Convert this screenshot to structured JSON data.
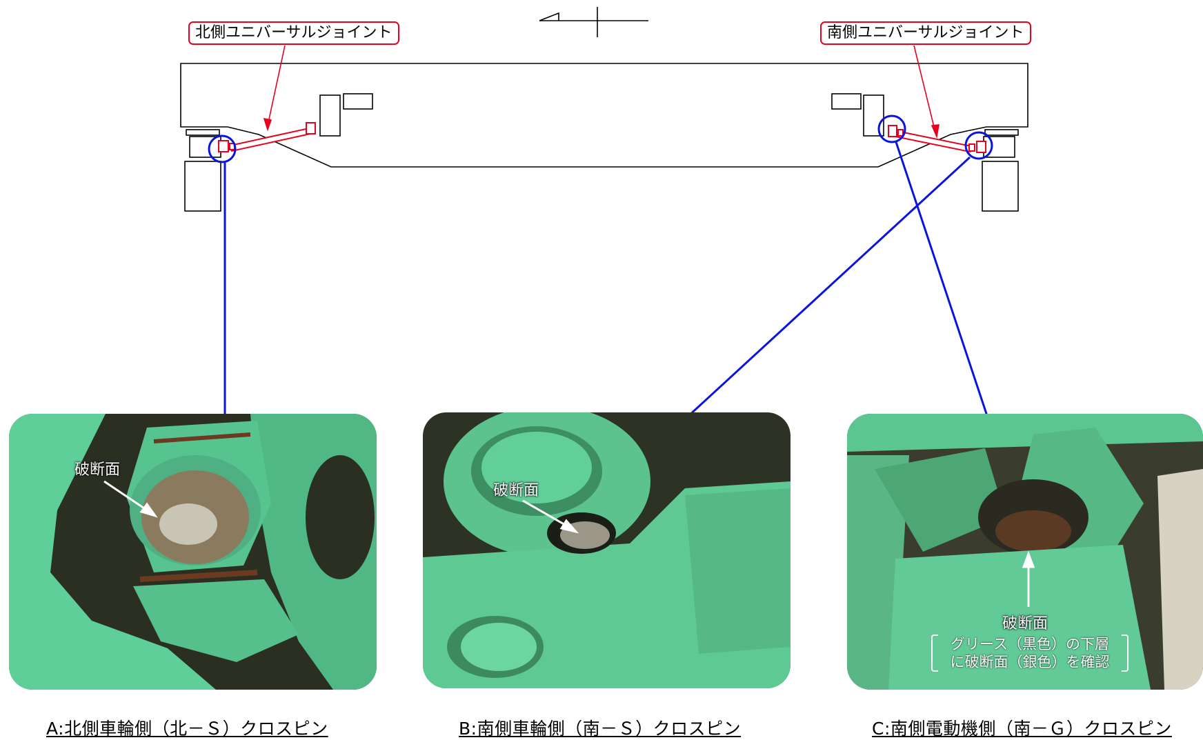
{
  "diagram": {
    "north_label": "北側ユニバーサルジョイント",
    "south_label": "南側ユニバーサルジョイント",
    "colors": {
      "frame": "#000000",
      "joint": "#e8001c",
      "pointer": "#0a14e0"
    }
  },
  "photos": [
    {
      "id": "A",
      "caption": "A:北側車輪側（北－Ｓ）クロスピン",
      "fracture_label": "破断面"
    },
    {
      "id": "B",
      "caption": "B:南側車輪側（南－Ｓ）クロスピン",
      "fracture_label": "破断面"
    },
    {
      "id": "C",
      "caption": "C:南側電動機側（南－Ｇ）クロスピン",
      "fracture_label": "破断面",
      "note_line1": "グリース（黒色）の下層",
      "note_line2": "に破断面（銀色）を確認"
    }
  ]
}
